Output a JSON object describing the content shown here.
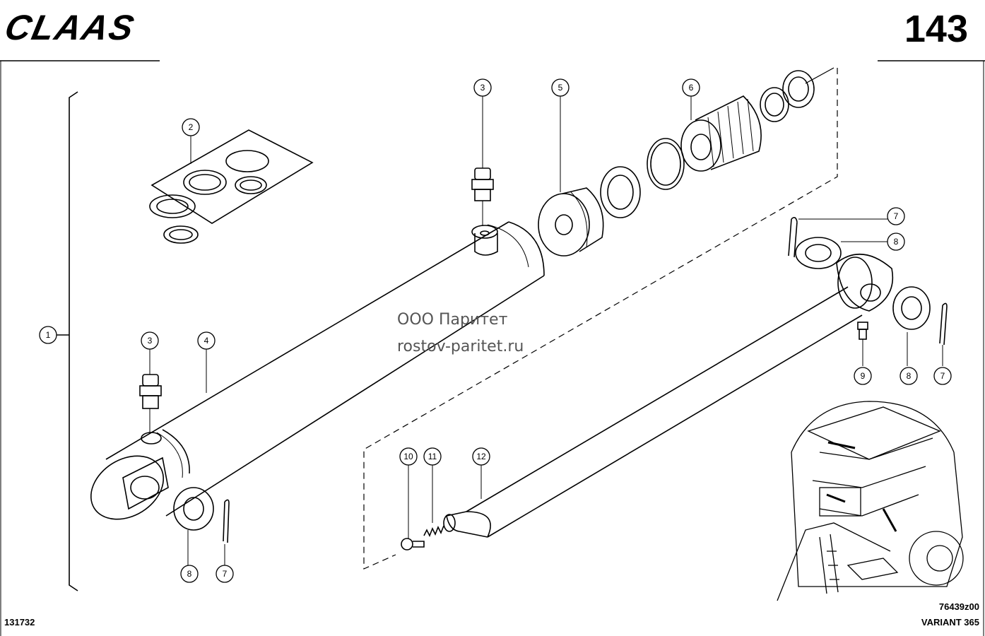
{
  "header": {
    "brand": "CLAAS",
    "page_number": "143"
  },
  "footer": {
    "left_code": "131732",
    "right_code": "76439z00",
    "model": "VARIANT 365"
  },
  "watermark": {
    "line1": "ООО Паритет",
    "line2": "rostov-paritet.ru"
  },
  "callouts": {
    "c1": "1",
    "c2": "2",
    "c3a": "3",
    "c3b": "3",
    "c4": "4",
    "c5": "5",
    "c6": "6",
    "c7a": "7",
    "c7b": "7",
    "c7c": "7",
    "c8a": "8",
    "c8b": "8",
    "c8c": "8",
    "c9": "9",
    "c10": "10",
    "c11": "11",
    "c12": "12"
  }
}
